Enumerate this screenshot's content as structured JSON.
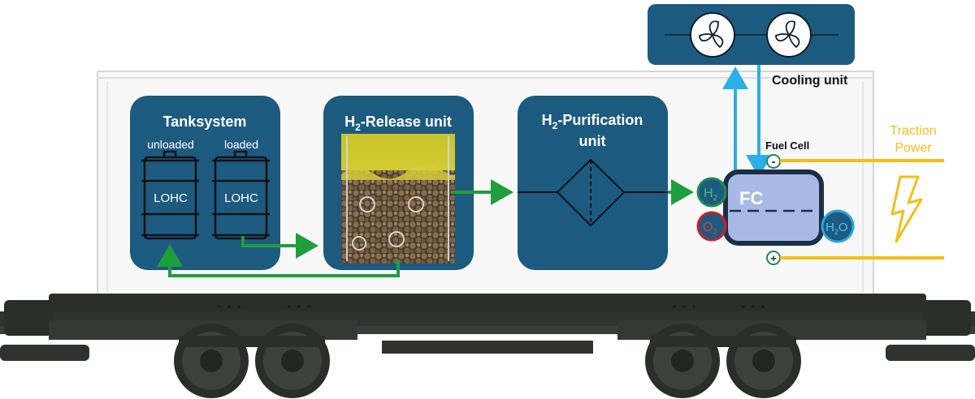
{
  "colors": {
    "unit_fill": "#1d5a80",
    "container_fill": "#f7f7f7",
    "flow_green": "#1f9e3c",
    "coolant_blue": "#2ab0e8",
    "power_yellow": "#f2be1a",
    "fc_body": "#a9b9e6",
    "h2_green": "#1f8a52",
    "o2_red": "#c8202c",
    "h2o_blue": "#2aa6d8",
    "chassis": "#2b2f2c"
  },
  "cooling": {
    "title": "Cooling unit",
    "fans": [
      "fan-icon",
      "fan-icon"
    ]
  },
  "tanksystem": {
    "title": "Tanksystem",
    "tanks": [
      {
        "state": "unloaded",
        "label": "LOHC"
      },
      {
        "state": "loaded",
        "label": "LOHC"
      }
    ]
  },
  "release": {
    "title_prefix": "H",
    "title_sub": "2",
    "title_suffix": "-Release unit"
  },
  "purification": {
    "title_prefix": "H",
    "title_sub": "2",
    "title_suffix": "-Purification",
    "title_line2": "unit"
  },
  "fuel_cell": {
    "title": "Fuel Cell",
    "body": "FC",
    "minus": "-",
    "plus": "+",
    "h2": {
      "main": "H",
      "sub": "2"
    },
    "o2": {
      "main": "O",
      "sub": "2"
    },
    "h2o": {
      "main": "H",
      "sub": "2",
      "tail": "O"
    }
  },
  "traction": {
    "line1": "Traction",
    "line2": "Power"
  }
}
